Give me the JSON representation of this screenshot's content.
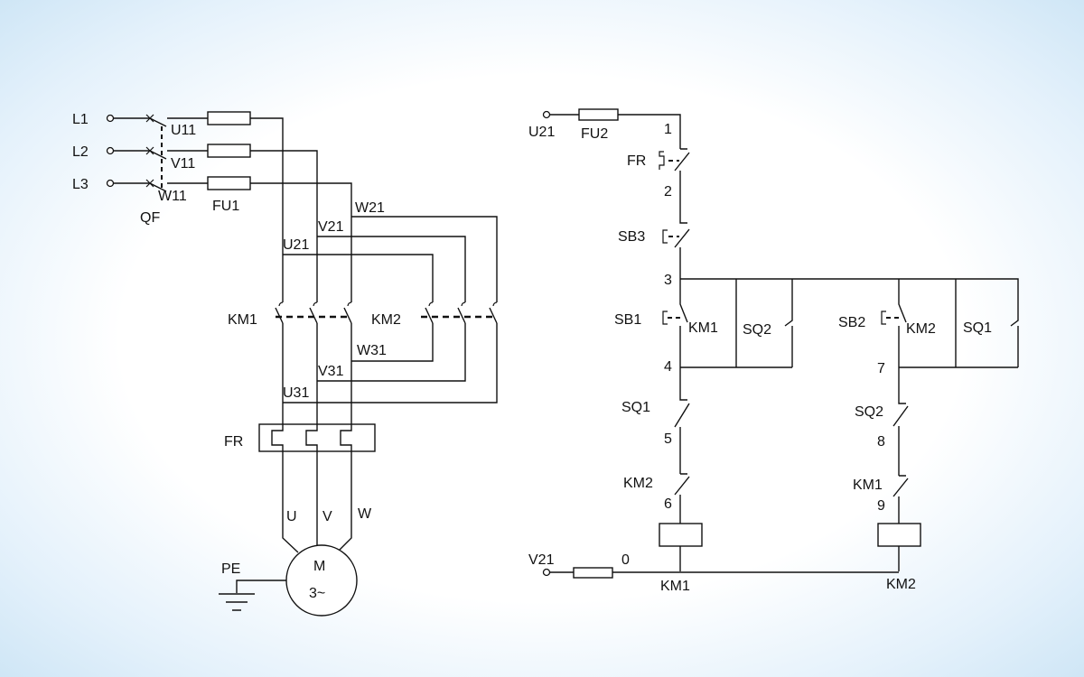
{
  "colors": {
    "wire": "#111111",
    "bg_center": "#ffffff",
    "bg_edge": "#cfe6f6"
  },
  "main_circuit": {
    "phases": [
      "L1",
      "L2",
      "L3"
    ],
    "breaker": "QF",
    "after_breaker": [
      "U11",
      "V11",
      "W11"
    ],
    "fuse": "FU1",
    "forward_nodes": [
      "U21",
      "V21",
      "W21"
    ],
    "reverse_nodes": [
      "U31",
      "V31",
      "W31"
    ],
    "contactor_forward": "KM1",
    "contactor_reverse": "KM2",
    "overload": "FR",
    "motor_phases": [
      "U",
      "V",
      "W"
    ],
    "motor_line1": "M",
    "motor_line2": "3~",
    "ground": "PE"
  },
  "control_circuit": {
    "supply_top": "U21",
    "supply_bottom": "V21",
    "fuse": "FU2",
    "overload_contact": "FR",
    "stop_button": "SB3",
    "forward_button": "SB1",
    "reverse_button": "SB2",
    "forward_hold": "KM1",
    "reverse_hold": "KM2",
    "forward_limit_parallel": "SQ2",
    "reverse_limit_parallel": "SQ1",
    "forward_limit_series": "SQ1",
    "reverse_limit_series": "SQ2",
    "forward_interlock": "KM2",
    "reverse_interlock": "KM1",
    "forward_coil": "KM1",
    "reverse_coil": "KM2",
    "nodes": {
      "n0": "0",
      "n1": "1",
      "n2": "2",
      "n3": "3",
      "n4": "4",
      "n5": "5",
      "n6": "6",
      "n7": "7",
      "n8": "8",
      "n9": "9"
    }
  }
}
